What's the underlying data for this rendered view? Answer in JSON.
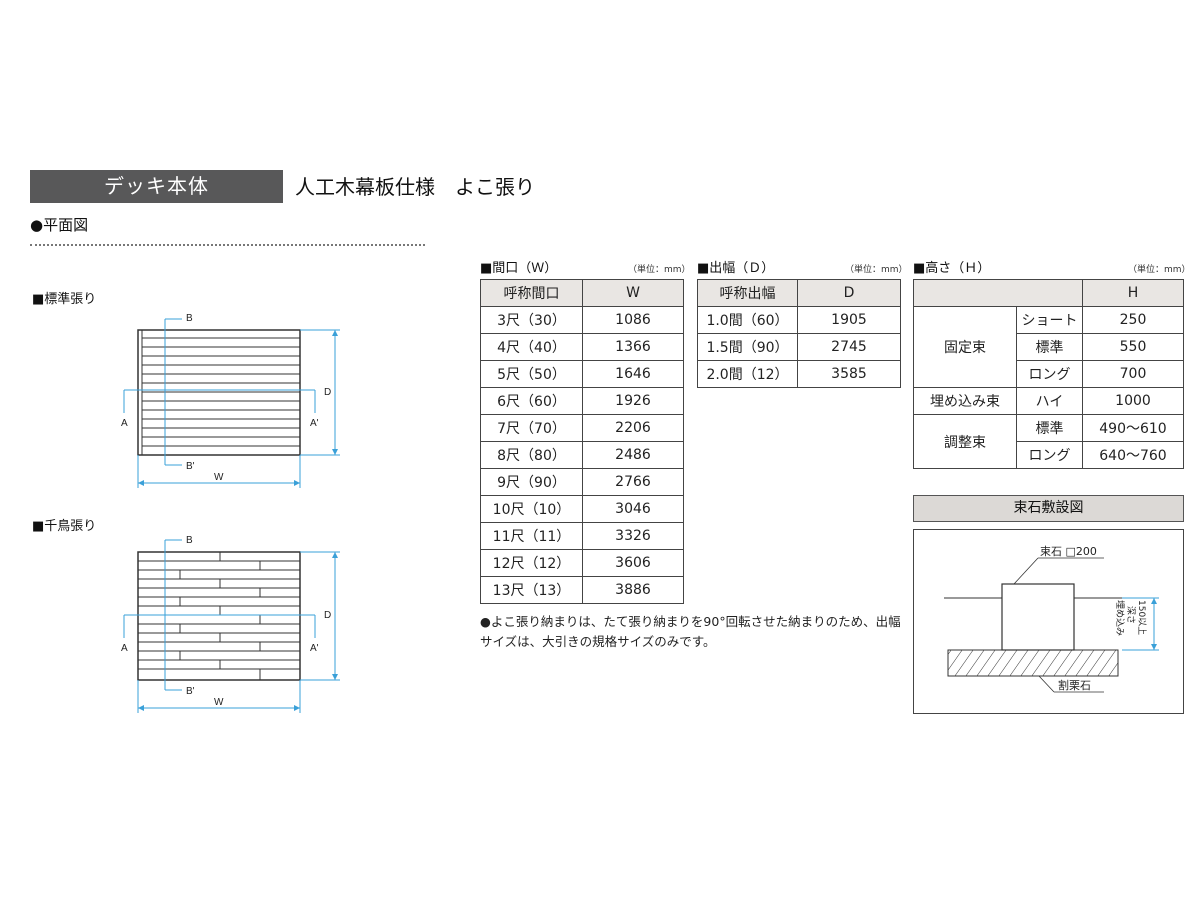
{
  "header": {
    "tag": "デッキ本体",
    "title": "人工木幕板仕様　よこ張り"
  },
  "plan": {
    "section_title": "●平面図",
    "standard_label": "■標準張り",
    "chidori_label": "■千鳥張り",
    "dim_labels": {
      "a": "A",
      "a_prime": "A'",
      "b": "B",
      "b_prime": "B'",
      "w": "W",
      "d": "D"
    }
  },
  "width_table": {
    "title": "■間口（Ｗ）",
    "unit": "（単位：mm）",
    "headers": [
      "呼称間口",
      "W"
    ],
    "rows": [
      [
        "3尺（30）",
        "1086"
      ],
      [
        "4尺（40）",
        "1366"
      ],
      [
        "5尺（50）",
        "1646"
      ],
      [
        "6尺（60）",
        "1926"
      ],
      [
        "7尺（70）",
        "2206"
      ],
      [
        "8尺（80）",
        "2486"
      ],
      [
        "9尺（90）",
        "2766"
      ],
      [
        "10尺（10）",
        "3046"
      ],
      [
        "11尺（11）",
        "3326"
      ],
      [
        "12尺（12）",
        "3606"
      ],
      [
        "13尺（13）",
        "3886"
      ]
    ]
  },
  "depth_table": {
    "title": "■出幅（Ｄ）",
    "unit": "（単位：mm）",
    "headers": [
      "呼称出幅",
      "D"
    ],
    "rows": [
      [
        "1.0間（60）",
        "1905"
      ],
      [
        "1.5間（90）",
        "2745"
      ],
      [
        "2.0間（12）",
        "3585"
      ]
    ]
  },
  "height_table": {
    "title": "■高さ（Ｈ）",
    "unit": "（単位：mm）",
    "header_h": "H",
    "groups": {
      "fixed": "固定束",
      "embedded": "埋め込み束",
      "adjust": "調整束"
    },
    "rows": {
      "short": {
        "type": "ショート",
        "value": "250"
      },
      "std": {
        "type": "標準",
        "value": "550"
      },
      "long": {
        "type": "ロング",
        "value": "700"
      },
      "high": {
        "type": "ハイ",
        "value": "1000"
      },
      "adj_std": {
        "type": "標準",
        "value": "490〜610"
      },
      "adj_long": {
        "type": "ロング",
        "value": "640〜760"
      }
    }
  },
  "note": "●よこ張り納まりは、たて張り納まりを90°回転させた納まりのため、出幅サイズは、大引きの規格サイズのみです。",
  "foundation": {
    "title": "束石敷設図",
    "stone_label": "束石 □200",
    "depth_label_1": "埋め込み",
    "depth_label_2": "深さ",
    "depth_label_3": "150以上",
    "gravel_label": "割栗石"
  },
  "colors": {
    "tag_bg": "#585859",
    "table_header_bg": "#e9e6e3",
    "dimension_line": "#3aa0d8"
  }
}
